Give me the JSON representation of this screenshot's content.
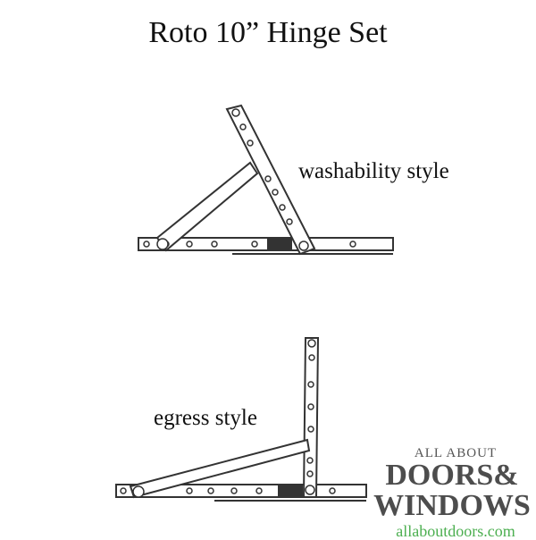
{
  "title": "Roto 10” Hinge Set",
  "labels": {
    "top": "washability style",
    "bottom": "egress style"
  },
  "watermark": {
    "line1": "ALL ABOUT",
    "line2": "DOORS&",
    "line3": "WINDOWS",
    "url": "allaboutdoors.com"
  },
  "colors": {
    "stroke": "#333333",
    "watermark_green": "#4caf50"
  }
}
